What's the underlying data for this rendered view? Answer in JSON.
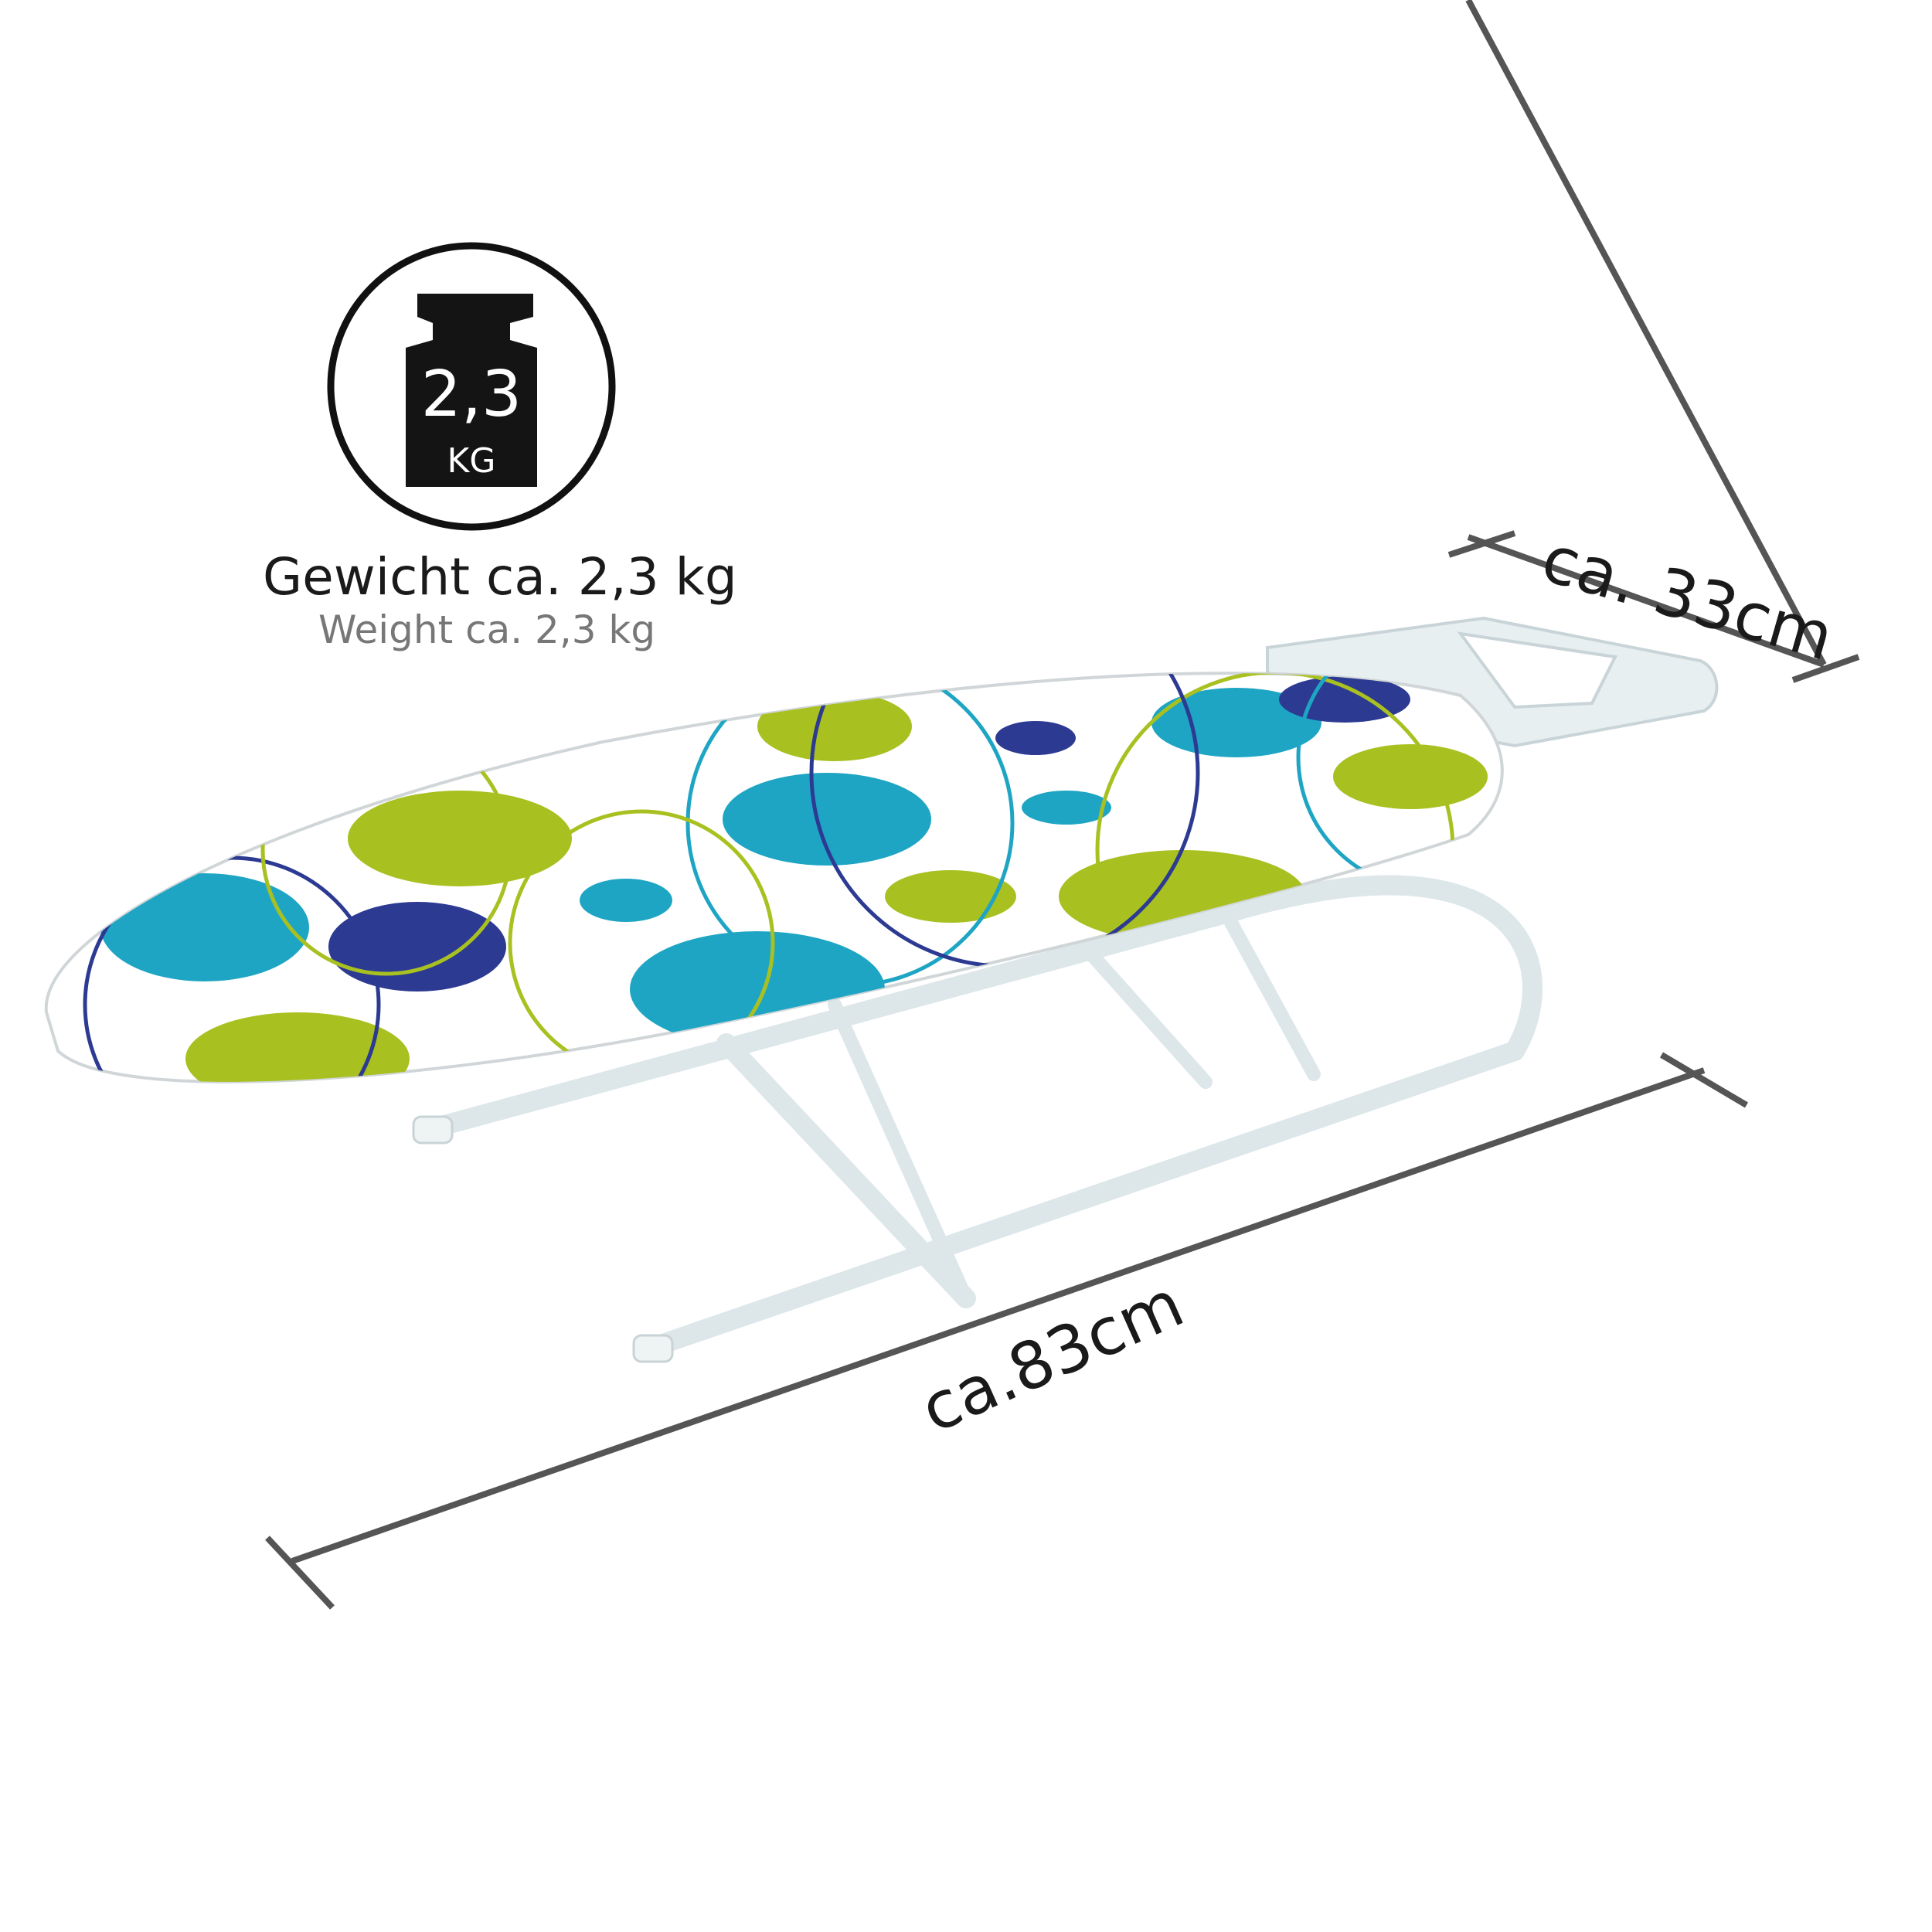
{
  "weight": {
    "badge_value": "2,3",
    "badge_unit": "KG",
    "label_de": "Gewicht ca. 2,3 kg",
    "label_en": "Weight ca. 2,3 kg",
    "icon": "weight-icon"
  },
  "dimensions": {
    "width_label": "ca. 33cm",
    "length_label": "ca.83cm"
  },
  "colors": {
    "teal": "#1fa5c4",
    "navy": "#2c3a92",
    "lime": "#a9c021",
    "frame": "#e3ecef",
    "line": "#555555"
  }
}
